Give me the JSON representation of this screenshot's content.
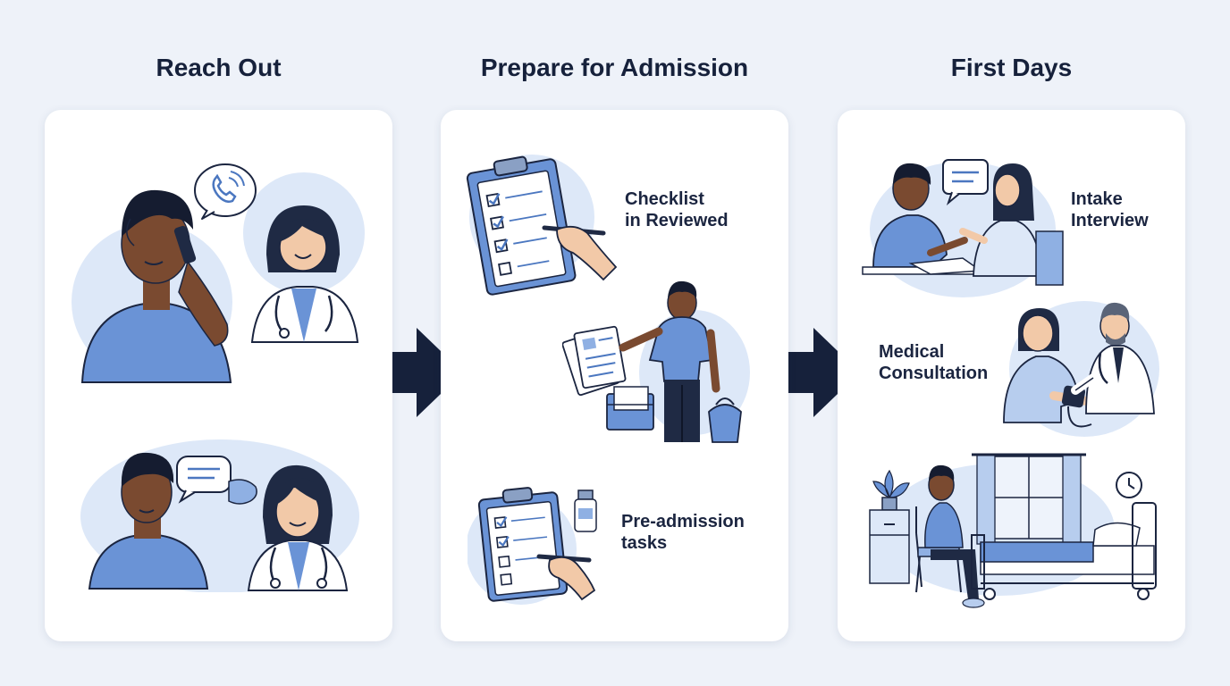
{
  "steps": [
    {
      "title": "Reach Out",
      "illustrations": [
        "patient-phone-call-scene",
        "patient-doctor-chat-scene"
      ]
    },
    {
      "title": "Prepare for Admission",
      "items": [
        {
          "label_line1": "Checklist",
          "label_line2": "in Reviewed"
        },
        {
          "label_line1": "Pre-admission",
          "label_line2": "tasks"
        }
      ],
      "illustrations": [
        "clipboard-checklist-scene",
        "patient-documents-luggage-scene",
        "clipboard-tasks-scene"
      ]
    },
    {
      "title": "First Days",
      "items": [
        {
          "label_line1": "Intake",
          "label_line2": "Interview"
        },
        {
          "label_line1": "Medical",
          "label_line2": "Consultation"
        }
      ],
      "illustrations": [
        "intake-interview-scene",
        "blood-pressure-scene",
        "hospital-room-scene"
      ]
    }
  ],
  "colors": {
    "background": "#eef2f9",
    "card": "#ffffff",
    "accent_blue": "#6a93d6",
    "light_blue": "#dde8f8",
    "navy": "#16213b",
    "skin": "#7a4a30"
  }
}
